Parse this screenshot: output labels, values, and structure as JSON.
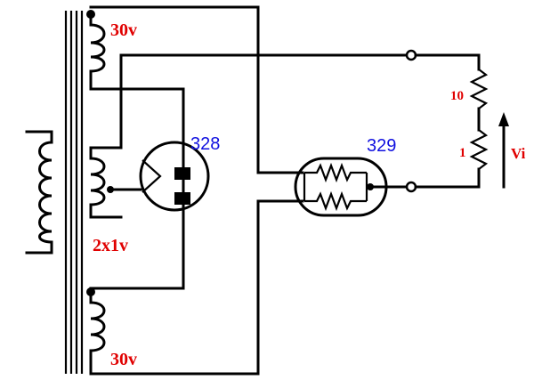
{
  "labels": {
    "top_winding": "30v",
    "bottom_winding": "30v",
    "middle_winding": "2x1v",
    "tube_left": "328",
    "tube_right": "329",
    "resistor_top": "10",
    "resistor_bottom": "1",
    "voltage": "Vi"
  },
  "colors": {
    "winding_labels": "#e00000",
    "tube_labels": "#1010e0",
    "lines": "#000000"
  }
}
